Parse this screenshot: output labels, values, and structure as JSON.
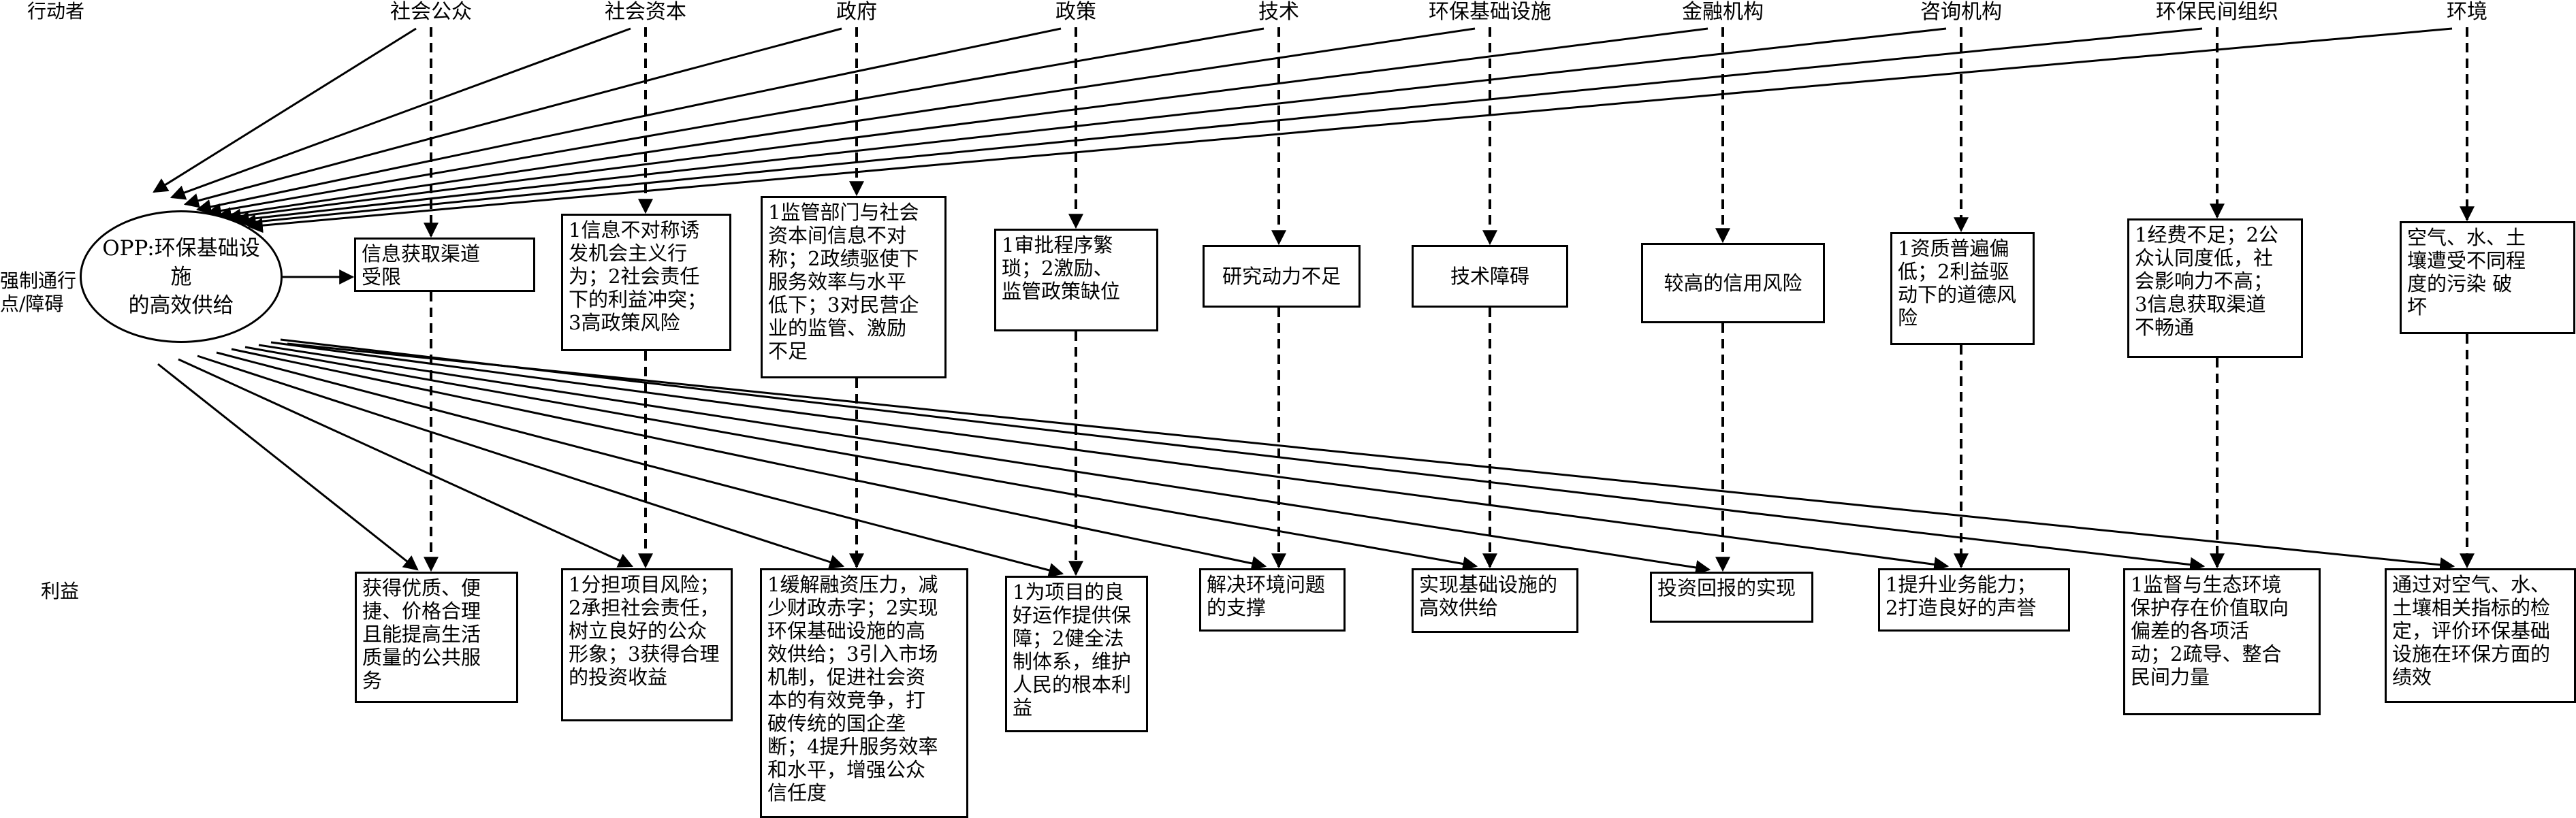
{
  "row_labels": {
    "actors": "行动者",
    "opp_barriers": "强制通行\n点/障碍",
    "benefits": "利益"
  },
  "opp": "OPP:环保基础设施\n的高效供给",
  "actors": [
    {
      "name": "社会公众",
      "barrier": "信息获取渠道\n受限",
      "benefit": "获得优质、便\n捷、价格合理\n且能提高生活\n质量的公共服\n务"
    },
    {
      "name": "社会资本",
      "barrier": "1信息不对称诱\n发机会主义行\n为；2社会责任\n下的利益冲突；\n3高政策风险",
      "benefit": "1分担项目风险；\n2承担社会责任，\n树立良好的公众\n形象；3获得合理\n的投资收益"
    },
    {
      "name": "政府",
      "barrier": "1监管部门与社会\n资本间信息不对\n称；2政绩驱使下\n服务效率与水平\n低下；3对民营企\n业的监管、激励\n不足",
      "benefit": "1缓解融资压力，减\n少财政赤字；2实现\n环保基础设施的高\n效供给；3引入市场\n机制，促进社会资\n本的有效竞争，打\n破传统的国企垄\n断；4提升服务效率\n和水平，增强公众\n信任度"
    },
    {
      "name": "政策",
      "barrier": "1审批程序繁\n琐；2激励、\n监管政策缺位",
      "benefit": "1为项目的良\n好运作提供保\n障；2健全法\n制体系，维护\n人民的根本利\n益"
    },
    {
      "name": "技术",
      "barrier": "研究动力不足",
      "benefit": "解决环境问题\n的支撑"
    },
    {
      "name": "环保基础设施",
      "barrier": "技术障碍",
      "benefit": "实现基础设施的\n高效供给"
    },
    {
      "name": "金融机构",
      "barrier": "较高的信用风险",
      "benefit": "投资回报的实现"
    },
    {
      "name": "咨询机构",
      "barrier": "1资质普遍偏\n低；2利益驱\n动下的道德风\n险",
      "benefit": "1提升业务能力；\n2打造良好的声誉"
    },
    {
      "name": "环保民间组织",
      "barrier": "1经费不足；2公\n众认同度低，社\n会影响力不高；\n3信息获取渠道\n不畅通",
      "benefit": "1监督与生态环境\n保护存在价值取向\n偏差的各项活\n动；2疏导、整合\n民间力量"
    },
    {
      "name": "环境",
      "barrier": "空气、水、土\n壤遭受不同程\n度的污染  破\n坏",
      "benefit": "通过对空气、水、\n土壤相关指标的检\n定，评价环保基础\n设施在环保方面的\n绩效"
    }
  ]
}
